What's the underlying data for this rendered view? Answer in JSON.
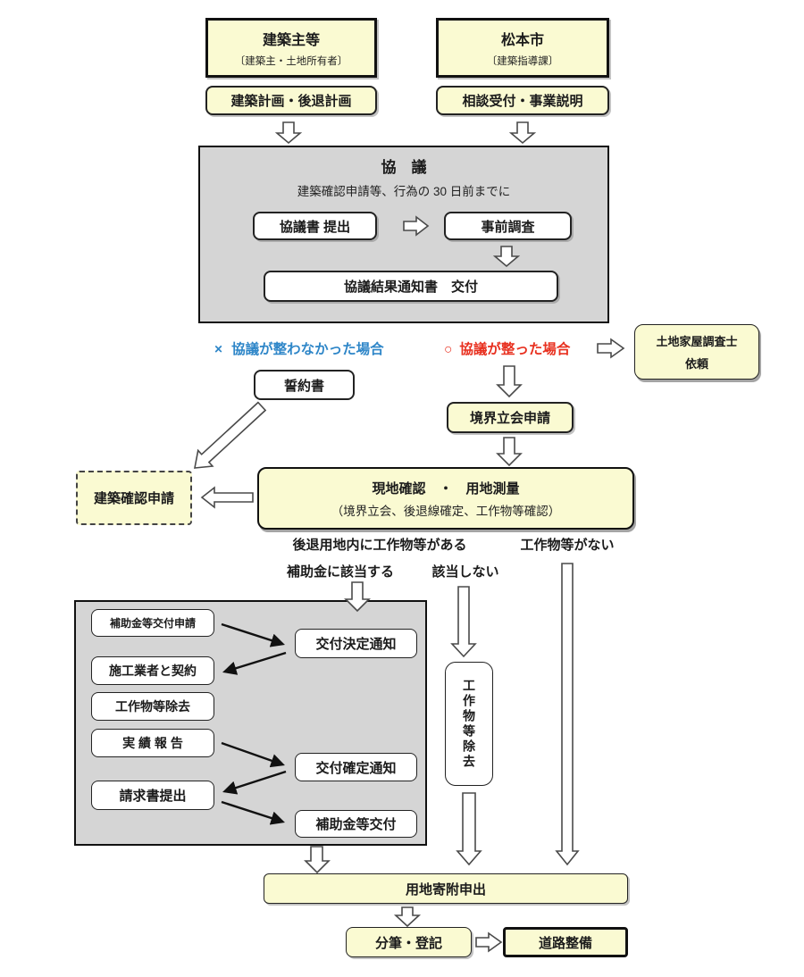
{
  "colors": {
    "box_yellow": "#FAFAD2",
    "panel_gray": "#D5D5D5",
    "fail_blue": "#2E86C8",
    "ok_red": "#E8301F"
  },
  "actors": {
    "owner_title": "建築主等",
    "owner_sub": "〔建築主・土地所有者〕",
    "city_title": "松本市",
    "city_sub": "〔建築指導課〕"
  },
  "plans": {
    "owner": "建築計画・後退計画",
    "city": "相談受付・事業説明"
  },
  "kyogi": {
    "title": "協　議",
    "subtitle": "建築確認申請等、行為の 30 日前までに",
    "submit": "協議書 提出",
    "pre_survey": "事前調査",
    "result": "協議結果通知書　交付"
  },
  "branch": {
    "fail_mark": "×",
    "fail_text": "協議が整わなかった場合",
    "ok_mark": "○",
    "ok_text": "協議が整った場合",
    "surveyor_line1": "土地家屋調査士",
    "surveyor_line2": "依頼",
    "pledge": "誓約書",
    "boundary_request": "境界立会申請",
    "building_confirmation": "建築確認申請",
    "site_line1": "現地確認　・　用地測量",
    "site_line2": "（境界立会、後退線確定、工作物等確認）"
  },
  "conditions": {
    "has_structures": "後退用地内に工作物等がある",
    "no_structures": "工作物等がない",
    "subsidy_applicable": "補助金に該当する",
    "not_applicable": "該当しない"
  },
  "subsidy": {
    "apply": "補助金等交付申請",
    "decision_notice": "交付決定通知",
    "contract": "施工業者と契約",
    "removal": "工作物等除去",
    "report": "実 績 報 告",
    "final_notice": "交付確定通知",
    "invoice": "請求書提出",
    "grant": "補助金等交付"
  },
  "removal_box": "工作物等除去",
  "bottom": {
    "donation": "用地寄附申出",
    "registration": "分筆・登記",
    "road": "道路整備"
  }
}
